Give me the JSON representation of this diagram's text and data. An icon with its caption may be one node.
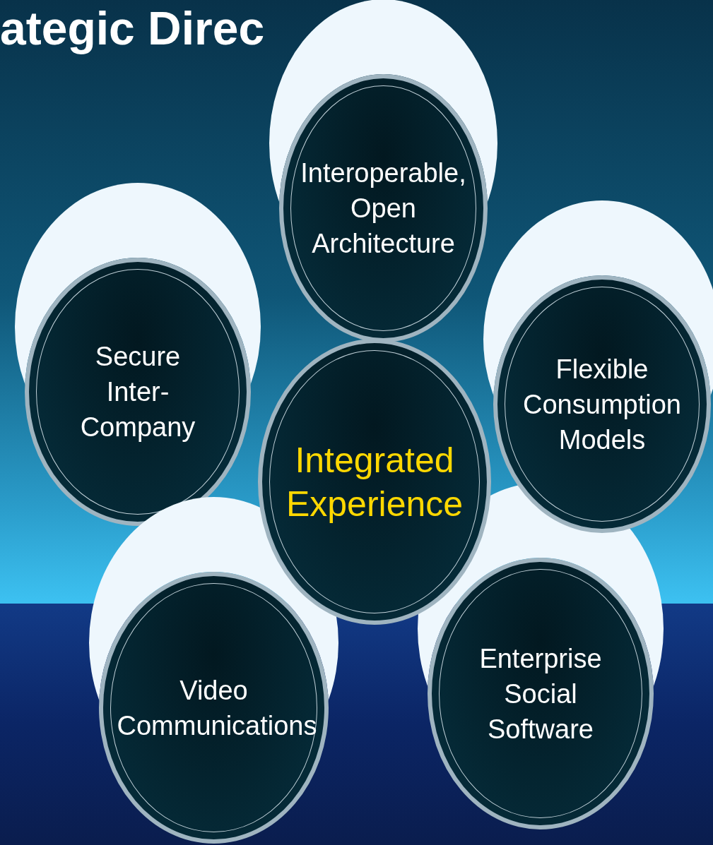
{
  "diagram": {
    "title": "ategic Direc",
    "nodes": [
      {
        "text": [
          "Interoperable, Open Architecture"
        ]
      },
      {
        "text": [
          "Secure Inter-Company"
        ]
      },
      {
        "text": [
          "Flexible Consumption Models"
        ]
      },
      {
        "text": [
          "Integrated Experience"
        ]
      },
      {
        "text": [
          "Video Communications"
        ]
      },
      {
        "text": [
          "Enterprise Social Software"
        ]
      }
    ]
  }
}
